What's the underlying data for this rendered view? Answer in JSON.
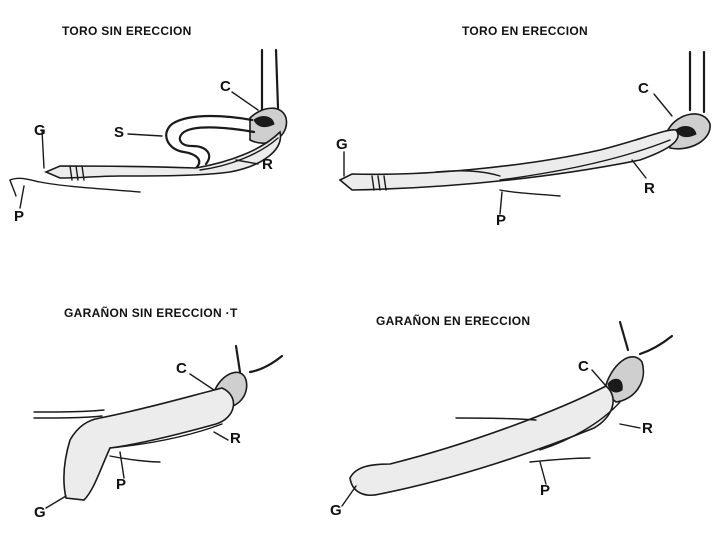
{
  "panels": [
    {
      "title": "TORO SIN ERECCION",
      "labels": {
        "c": "C",
        "s": "S",
        "g": "G",
        "r": "R",
        "p": "P"
      }
    },
    {
      "title": "TORO EN ERECCION",
      "labels": {
        "c": "C",
        "g": "G",
        "r": "R",
        "p": "P"
      }
    },
    {
      "title": "GARAÑON SIN ERECCION ·T",
      "labels": {
        "c": "C",
        "r": "R",
        "p": "P",
        "g": "G"
      }
    },
    {
      "title": "GARAÑON EN ERECCION",
      "labels": {
        "c": "C",
        "r": "R",
        "p": "P",
        "g": "G"
      }
    }
  ]
}
